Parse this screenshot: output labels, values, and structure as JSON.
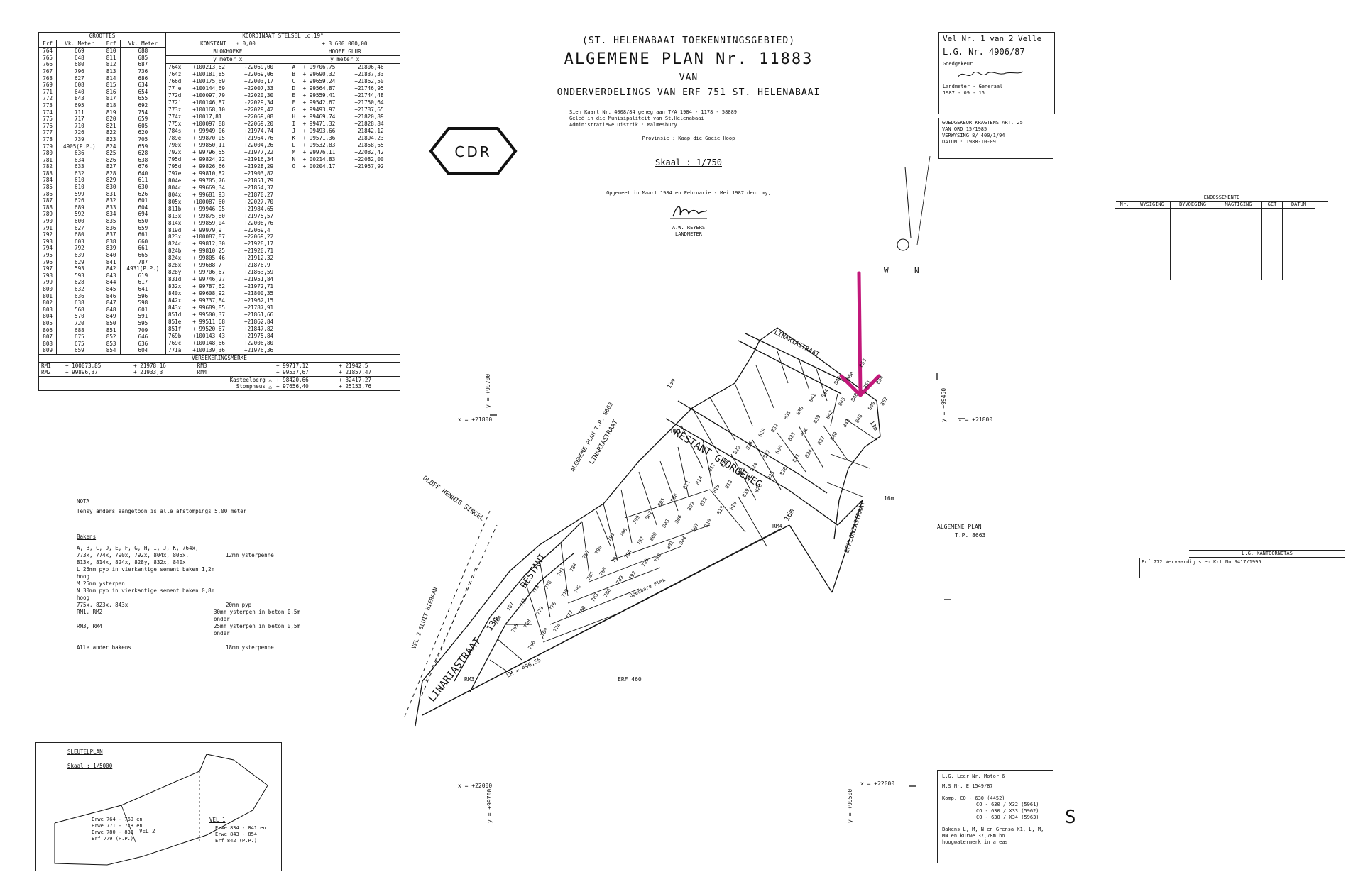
{
  "header": {
    "line1": "(ST. HELENABAAI  TOEKENNINGSGEBIED)",
    "line2": "ALGEMENE  PLAN  Nr. 11883",
    "line3": "VAN",
    "line4": "ONDERVERDELINGS  VAN  ERF  751  ST. HELENABAAI",
    "info1": "Sien  Kaart  Nr. 4008/84  geheg  aan  T/A  1984 - 1178 - 58889",
    "info2": "Geleë  in  die  Munisipaliteit  van  St.Helenabaai",
    "info3": "Administratiewe  Distrik :        Malmesbury",
    "info4": "Provinsie :          Kaap  die  Goeie  Hoop",
    "scale": "Skaal : 1/750",
    "surveyed": "Opgemeet  in  Maart 1984  en  Februarie - Mei 1987  deur  my,",
    "surveyor": "A.W. REYERS",
    "surveyor_title": "LANDMETER"
  },
  "logo": "CDR",
  "sheet_box": {
    "line1": "Vel Nr. 1  van  2  Velle",
    "line2": "L.G. Nr.  4906/87",
    "approved": "Goedgekeur",
    "sg_title": "Landmeter - Generaal",
    "sg_date": "1987 - 09 - 15"
  },
  "approval_box": {
    "l1": "GOEDGEKEUR  KRAGTENS  ART. 25",
    "l2": "VAN  ORD  15/1985",
    "l3": "VERWYSING      8/ 400/1/94",
    "l4": "DATUM :    1988-10-09"
  },
  "endorsements": {
    "title": "ENDOSSEMENTE",
    "columns": [
      "Nr.",
      "WYSIGING",
      "BYVOEGING",
      "MAGTIGING",
      "GET",
      "DATUM"
    ]
  },
  "kantoornotas": {
    "title": "L.G.  KANTOORNOTAS",
    "text": "Erf 772  Vervaardig sien Krt No 9417/1995"
  },
  "sizes_table": {
    "title": "GROOTTES",
    "headers": [
      "Erf",
      "Vk. Meter",
      "Erf",
      "Vk. Meter"
    ],
    "rows": [
      [
        "764",
        "669",
        "810",
        "688"
      ],
      [
        "765",
        "648",
        "811",
        "685"
      ],
      [
        "766",
        "680",
        "812",
        "687"
      ],
      [
        "767",
        "796",
        "813",
        "736"
      ],
      [
        "768",
        "627",
        "814",
        "686"
      ],
      [
        "769",
        "608",
        "815",
        "634"
      ],
      [
        "771",
        "640",
        "816",
        "654"
      ],
      [
        "772",
        "843",
        "817",
        "655"
      ],
      [
        "773",
        "695",
        "818",
        "692"
      ],
      [
        "774",
        "711",
        "819",
        "754"
      ],
      [
        "775",
        "717",
        "820",
        "659"
      ],
      [
        "776",
        "710",
        "821",
        "605"
      ],
      [
        "777",
        "726",
        "822",
        "620"
      ],
      [
        "778",
        "739",
        "823",
        "705"
      ],
      [
        "779",
        "4905(P.P.)",
        "824",
        "659"
      ],
      [
        "780",
        "636",
        "825",
        "628"
      ],
      [
        "781",
        "634",
        "826",
        "638"
      ],
      [
        "782",
        "633",
        "827",
        "676"
      ],
      [
        "783",
        "632",
        "828",
        "640"
      ],
      [
        "784",
        "610",
        "829",
        "611"
      ],
      [
        "785",
        "610",
        "830",
        "630"
      ],
      [
        "786",
        "599",
        "831",
        "626"
      ],
      [
        "787",
        "626",
        "832",
        "601"
      ],
      [
        "788",
        "689",
        "833",
        "604"
      ],
      [
        "789",
        "592",
        "834",
        "694"
      ],
      [
        "790",
        "600",
        "835",
        "650"
      ],
      [
        "791",
        "627",
        "836",
        "659"
      ],
      [
        "792",
        "680",
        "837",
        "661"
      ],
      [
        "793",
        "603",
        "838",
        "660"
      ],
      [
        "794",
        "792",
        "839",
        "661"
      ],
      [
        "795",
        "639",
        "840",
        "665"
      ],
      [
        "796",
        "629",
        "841",
        "787"
      ],
      [
        "797",
        "593",
        "842",
        "4931(P.P.)"
      ],
      [
        "798",
        "593",
        "843",
        "619"
      ],
      [
        "799",
        "628",
        "844",
        "617"
      ],
      [
        "800",
        "632",
        "845",
        "641"
      ],
      [
        "801",
        "636",
        "846",
        "596"
      ],
      [
        "802",
        "638",
        "847",
        "598"
      ],
      [
        "803",
        "568",
        "848",
        "601"
      ],
      [
        "804",
        "570",
        "849",
        "591"
      ],
      [
        "805",
        "720",
        "850",
        "595"
      ],
      [
        "806",
        "688",
        "851",
        "709"
      ],
      [
        "807",
        "675",
        "852",
        "646"
      ],
      [
        "808",
        "675",
        "853",
        "636"
      ],
      [
        "809",
        "659",
        "854",
        "604"
      ]
    ]
  },
  "coords_table": {
    "title": "KOORDINAAT  STELSEL    Lo.19°",
    "konstant_label": "KONSTANT",
    "konstant_y": "± 0,00",
    "konstant_x": "+ 3 600 000,00",
    "blokhoeke": "BLOKHOEKE",
    "hoofd": "HOOFF GLUR",
    "unit": "y      meter      x",
    "rows": [
      [
        "764x",
        "+100213,62",
        "-22069,00",
        "A",
        "+ 99706,75",
        "+21806,46"
      ],
      [
        "764z",
        "+100181,85",
        "+22069,06",
        "B",
        "+ 99690,32",
        "+21837,33"
      ],
      [
        "766d",
        "+100175,69",
        "+22003,17",
        "C",
        "+ 99659,24",
        "+21862,50"
      ],
      [
        "77 e",
        "+100144,69",
        "+22007,33",
        "D",
        "+ 99564,87",
        "+21746,95"
      ],
      [
        "772d",
        "+100097,79",
        "+22020,30",
        "E",
        "+ 99559,41",
        "+21744,48"
      ],
      [
        "772'",
        "+100146,87",
        "-22029,34",
        "F",
        "+ 99542,67",
        "+21750,64"
      ],
      [
        "773z",
        "+100168,10",
        "+22029,42",
        "G",
        "+ 99493,97",
        "+21787,65"
      ],
      [
        "774z",
        "+10017,81",
        "+22069,08",
        "H",
        "+ 99469,74",
        "+21820,89"
      ],
      [
        "775x",
        "+100097,88",
        "+22069,20",
        "I",
        "+ 99471,32",
        "+21828,84"
      ],
      [
        "784s",
        "+ 99949,06",
        "+21974,74",
        "J",
        "+ 99493,66",
        "+21842,12"
      ],
      [
        "789e",
        "+ 99870,05",
        "+21964,76",
        "K",
        "+ 99571,36",
        "+21894,23"
      ],
      [
        "790x",
        "+ 99850,11",
        "+22004,26",
        "L",
        "+ 99532,83",
        "+21858,65"
      ],
      [
        "792x",
        "+ 99796,55",
        "+21977,22",
        "M",
        "+ 99976,11",
        "+22082,42"
      ],
      [
        "795d",
        "+ 99824,22",
        "+21916,34",
        "N",
        "+ 00214,83",
        "+22082,00"
      ],
      [
        "795d",
        "+ 99826,66",
        "+21928,29",
        "O",
        "+ 00204,17",
        "+21957,92"
      ],
      [
        "797e",
        "+ 99810,82",
        "+21903,82",
        "",
        "",
        ""
      ],
      [
        "804e",
        "+ 99705,76",
        "+21851,79",
        "",
        "",
        ""
      ],
      [
        "804c",
        "+ 99669,34",
        "+21854,37",
        "",
        "",
        ""
      ],
      [
        "804x",
        "+ 99681,93",
        "+21870,27",
        "",
        "",
        ""
      ],
      [
        "805x",
        "+100087,60",
        "+22027,70",
        "",
        "",
        ""
      ],
      [
        "811b",
        "+ 99946,95",
        "+21984,65",
        "",
        "",
        ""
      ],
      [
        "813x",
        "+ 99875,80",
        "+21975,57",
        "",
        "",
        ""
      ],
      [
        "814x",
        "+ 99859,04",
        "+22008,76",
        "",
        "",
        ""
      ],
      [
        "819d",
        "+ 99979,9",
        "+22069,4",
        "",
        "",
        ""
      ],
      [
        "823x",
        "+100087,87",
        "+22069,22",
        "",
        "",
        ""
      ],
      [
        "824c",
        "+ 99812,30",
        "+21928,17",
        "",
        "",
        ""
      ],
      [
        "824b",
        "+ 99810,25",
        "+21920,71",
        "",
        "",
        ""
      ],
      [
        "824x",
        "+ 99805,46",
        "+21912,32",
        "",
        "",
        ""
      ],
      [
        "828x",
        "+ 99688,7",
        "+21876,9",
        "",
        "",
        ""
      ],
      [
        "828y",
        "+ 99706,67",
        "+21863,59",
        "",
        "",
        ""
      ],
      [
        "831d",
        "+ 99746,27",
        "+21951,84",
        "",
        "",
        ""
      ],
      [
        "832x",
        "+ 99787,62",
        "+21972,71",
        "",
        "",
        ""
      ],
      [
        "840x",
        "+ 99608,92",
        "+21800,35",
        "",
        "",
        ""
      ],
      [
        "842x",
        "+ 99737,84",
        "+21962,15",
        "",
        "",
        ""
      ],
      [
        "843x",
        "+ 99689,85",
        "+21787,91",
        "",
        "",
        ""
      ],
      [
        "851d",
        "+ 99500,37",
        "+21861,66",
        "",
        "",
        ""
      ],
      [
        "851e",
        "+ 99511,68",
        "+21862,84",
        "",
        "",
        ""
      ],
      [
        "851f",
        "+ 99520,67",
        "+21847,82",
        "",
        "",
        ""
      ],
      [
        "769b",
        "+100143,43",
        "+21975,84",
        "",
        "",
        ""
      ],
      [
        "769c",
        "+100148,66",
        "+22006,80",
        "",
        "",
        ""
      ],
      [
        "771a",
        "+100139,36",
        "+21976,36",
        "",
        "",
        ""
      ]
    ]
  },
  "benchmarks": {
    "title": "VERSEKERINGSMERKE",
    "rows": [
      [
        "RM1",
        "+ 100073,85",
        "+ 21978,16",
        "RM3",
        "+ 99717,12",
        "+ 21942,5"
      ],
      [
        "RM2",
        "+ 99896,37",
        "+ 21933,3",
        "RM4",
        "+ 99537,67",
        "+ 21857,47"
      ]
    ],
    "trig1_name": "Kasteelberg",
    "trig1_y": "+ 98420,66",
    "trig1_x": "+ 32417,27",
    "trig2_name": "Stompneus",
    "trig2_y": "+ 97656,40",
    "trig2_x": "+ 25153,76"
  },
  "notes": {
    "nota_title": "NOTA",
    "nota_text": "Tensy  anders  aangetoon  is  alle  afstompings  5,00  meter",
    "bakens_title": "Bakens",
    "lines": [
      [
        "A, B, C, D, E, F, G, H, I, J, K, 764x,",
        ""
      ],
      [
        "773x, 774x, 790x, 792x, 804x, 805x,",
        "12mm  ysterpenne"
      ],
      [
        "813x, 814x, 824x, 828y, 832x, 840x",
        ""
      ],
      [
        "L      25mm  pyp  in  vierkantige  sement  baken  1,2m  hoog",
        ""
      ],
      [
        "M      25mm  ysterpen",
        ""
      ],
      [
        "N      30mm  pyp  in  vierkantige  sement  baken  0,8m  hoog",
        ""
      ],
      [
        "775x,   823x,   843x",
        "20mm  pyp"
      ],
      [
        "RM1,    RM2",
        "30mm  ysterpen  in  beton  0,5m  onder"
      ],
      [
        "RM3,    RM4",
        "25mm  ysterpen  in  beton  0,5m  onder"
      ],
      [
        "",
        ""
      ],
      [
        "Alle  ander  bakens",
        "18mm  ysterpenne"
      ]
    ]
  },
  "key_plan": {
    "title": "SLEUTELPLAN",
    "scale": "Skaal : 1/5000",
    "vel2": "VEL 2",
    "vel1": "VEL 1",
    "left_lines": [
      "Erwe  764 - 769  en",
      "Erwe  771 - 778  en",
      "Erwe  780 - 833",
      "Erf  779 (P.P.)"
    ],
    "right_lines": [
      "Erwe  834 - 841  en",
      "Erwe  843 - 854",
      "Erf  842 (P.P.)"
    ]
  },
  "lg_box": {
    "l1": "L.G. Leer Nr.   Motor 6",
    "l2": "M.S  Nr.   E 1549/87",
    "l3": "Komp.     CO - 630  (4452)",
    "l4": "CO - 630 / X32  (5961)",
    "l5": "CO - 630 / X33  (5962)",
    "l6": "CO - 630 / X34  (5963)",
    "l7": "Bakens  L, M, N  en  Grensa  K1, L, M,",
    "l8": "MN  en  kurwe  37,78m  bo",
    "l9": "hoogwatermerk  in  areas"
  },
  "map_labels": {
    "restant_georgeweg": "RESTANT  GEORGEWEG",
    "restant": "RESTANT",
    "linariastraat": "LINARIASTRAAT",
    "linariastraat_top": "LINARIASTRAAT",
    "linariastraat_left": "LINARIASTRAAT",
    "linariastraat_13m": "13m",
    "eckloniastraat": "ECKLONIASTRAAT",
    "oloff": "OLOFF  HENNIG  SINGEL",
    "algemene_plan_left": "ALGEMENE     PLAN     T.P. 8663",
    "algemene_plan_right": "ALGEMENE     PLAN",
    "tp_right": "T.P. 8663",
    "vel2_sluit": "VEL  2     SLUIT     HIERAAN",
    "openbare_plek": "Openbare  Plek",
    "erf460": "ERF  460",
    "lm": "LM = 496,55",
    "rm1": "RM1",
    "rm3": "RM3",
    "rm4": "RM4",
    "w": "W",
    "n": "N",
    "s": "S",
    "grid_x_left": "x = +21800",
    "grid_y_top": "y = +99700",
    "grid_y_right": "y = +99450",
    "grid_x_right": "x = +21800",
    "grid_x_bot": "x = +22000",
    "grid_y_bot": "y = +99700",
    "grid_x_bot2": "x = +22000",
    "grid_y_bot2": "y = +99500",
    "m16_a": "16m",
    "m16_b": "16m",
    "m13": "13m",
    "m13_b": "13m",
    "erven": [
      "764",
      "765",
      "766",
      "767",
      "768",
      "769",
      "771",
      "773",
      "774",
      "775",
      "776",
      "777",
      "778",
      "779",
      "780",
      "781",
      "782",
      "783",
      "784",
      "785",
      "786",
      "787",
      "788",
      "789",
      "790",
      "791",
      "792",
      "793",
      "794",
      "795",
      "796",
      "797",
      "798",
      "799",
      "800",
      "801",
      "802",
      "803",
      "804",
      "805",
      "806",
      "807",
      "808",
      "809",
      "810",
      "811",
      "812",
      "813",
      "814",
      "815",
      "816",
      "817",
      "818",
      "819",
      "820",
      "821",
      "822",
      "823",
      "824",
      "825",
      "826",
      "827",
      "828",
      "829",
      "830",
      "831",
      "832",
      "833",
      "834",
      "835",
      "836",
      "837",
      "838",
      "839",
      "840",
      "841",
      "842",
      "843",
      "844",
      "845",
      "846",
      "847",
      "848",
      "849",
      "850",
      "851",
      "852",
      "853",
      "854"
    ]
  },
  "colors": {
    "arrow": "#c2187a",
    "ink": "#111111"
  }
}
